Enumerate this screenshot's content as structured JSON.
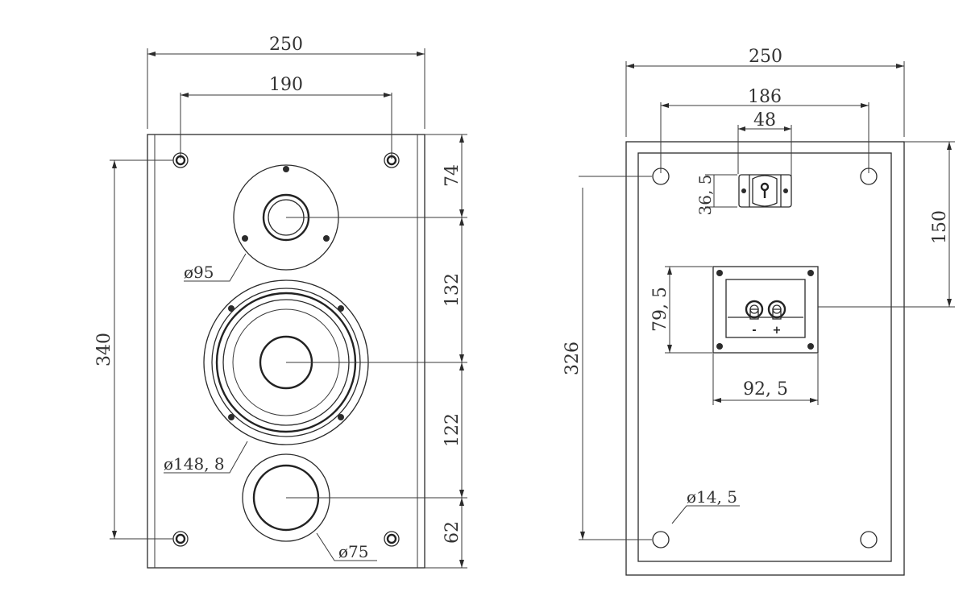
{
  "front": {
    "width": "250",
    "screw_spacing": "190",
    "height": "340",
    "dim_top": "74",
    "dim_mid1": "132",
    "dim_mid2": "122",
    "dim_bottom": "62",
    "tweeter_dia": "ø95",
    "woofer_dia": "ø148, 8",
    "port_dia": "ø75"
  },
  "back": {
    "width": "250",
    "hole_spacing": "186",
    "bracket_width": "48",
    "bracket_height": "36, 5",
    "terminal_offset": "150",
    "height": "326",
    "terminal_height": "79, 5",
    "terminal_width": "92, 5",
    "hole_dia": "ø14, 5",
    "minus_label": "-",
    "plus_label": "+"
  }
}
